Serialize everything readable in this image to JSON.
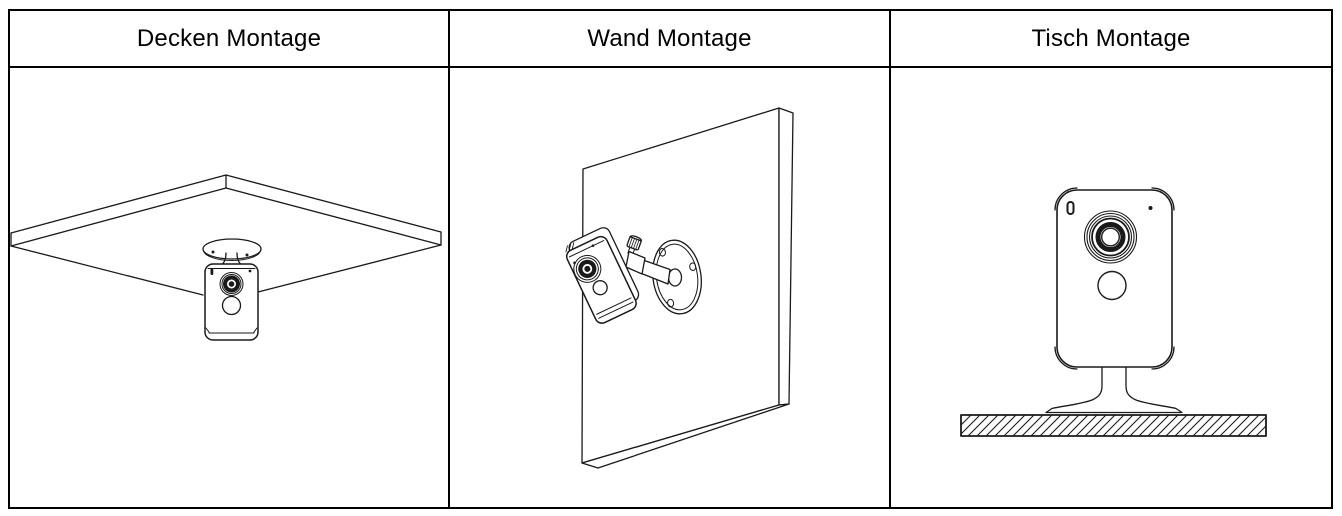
{
  "table": {
    "columns": [
      {
        "header": "Decken Montage",
        "illustration": "ceiling-mount-camera-drawing"
      },
      {
        "header": "Wand Montage",
        "illustration": "wall-mount-camera-drawing"
      },
      {
        "header": "Tisch Montage",
        "illustration": "table-mount-camera-drawing"
      }
    ]
  },
  "colors": {
    "border": "#000000",
    "line_art": "#1a1a1a",
    "background": "#ffffff"
  }
}
